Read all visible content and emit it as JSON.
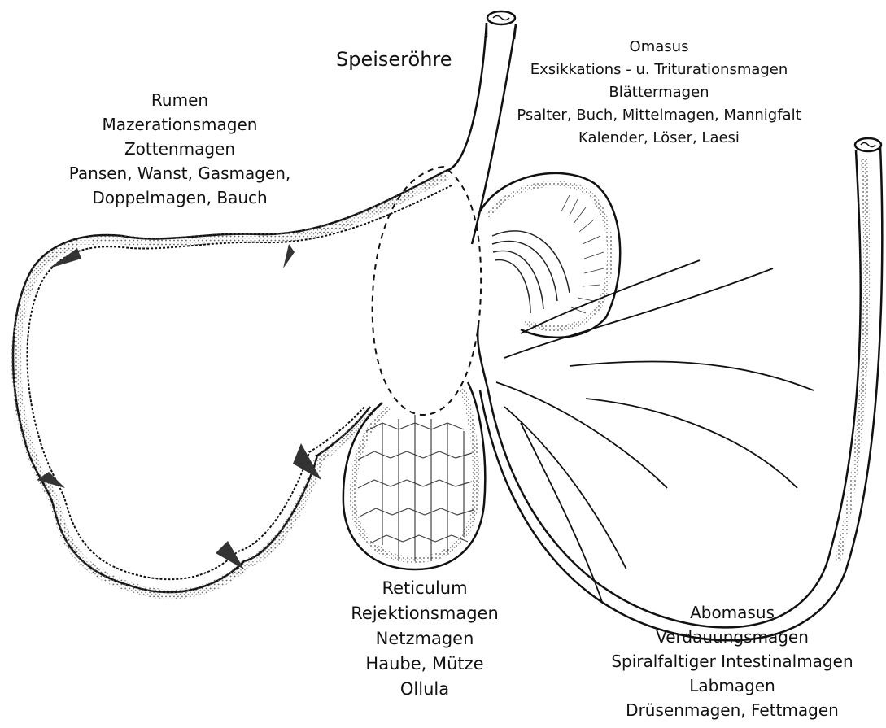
{
  "labels": {
    "esophagus": "Speiseröhre",
    "rumen": [
      "Rumen",
      "Mazerationsmagen",
      "Zottenmagen",
      "Pansen, Wanst, Gasmagen,",
      "Doppelmagen, Bauch"
    ],
    "omasus": [
      "Omasus",
      "Exsikkations - u. Triturationsmagen",
      "Blättermagen",
      "Psalter, Buch, Mittelmagen, Mannigfalt",
      "Kalender, Löser, Laesi"
    ],
    "reticulum": [
      "Reticulum",
      "Rejektionsmagen",
      "Netzmagen",
      "Haube, Mütze",
      "Ollula"
    ],
    "abomasus": [
      "Abomasus",
      "Verdauungsmagen",
      "Spiralfaltiger Intestinalmagen",
      "Labmagen",
      "Drüsenmagen, Fettmagen"
    ]
  },
  "colors": {
    "ink": "#111111",
    "stipple": "#555555",
    "background": "#ffffff"
  }
}
